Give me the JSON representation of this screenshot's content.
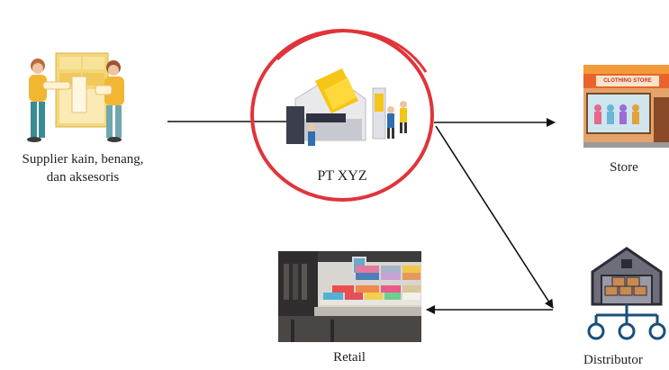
{
  "nodes": {
    "supplier": {
      "label_line1": "Supplier kain, benang,",
      "label_line2": "dan aksesoris"
    },
    "company": {
      "label": "PT XYZ"
    },
    "store": {
      "label": "Store",
      "sign": "CLOTHING STORE"
    },
    "retail": {
      "label": "Retail"
    },
    "distributor": {
      "label": "Distributor"
    }
  },
  "colors": {
    "highlight_ring": "#e0343a",
    "arrow": "#111111",
    "store_awning": "#e8642c"
  }
}
